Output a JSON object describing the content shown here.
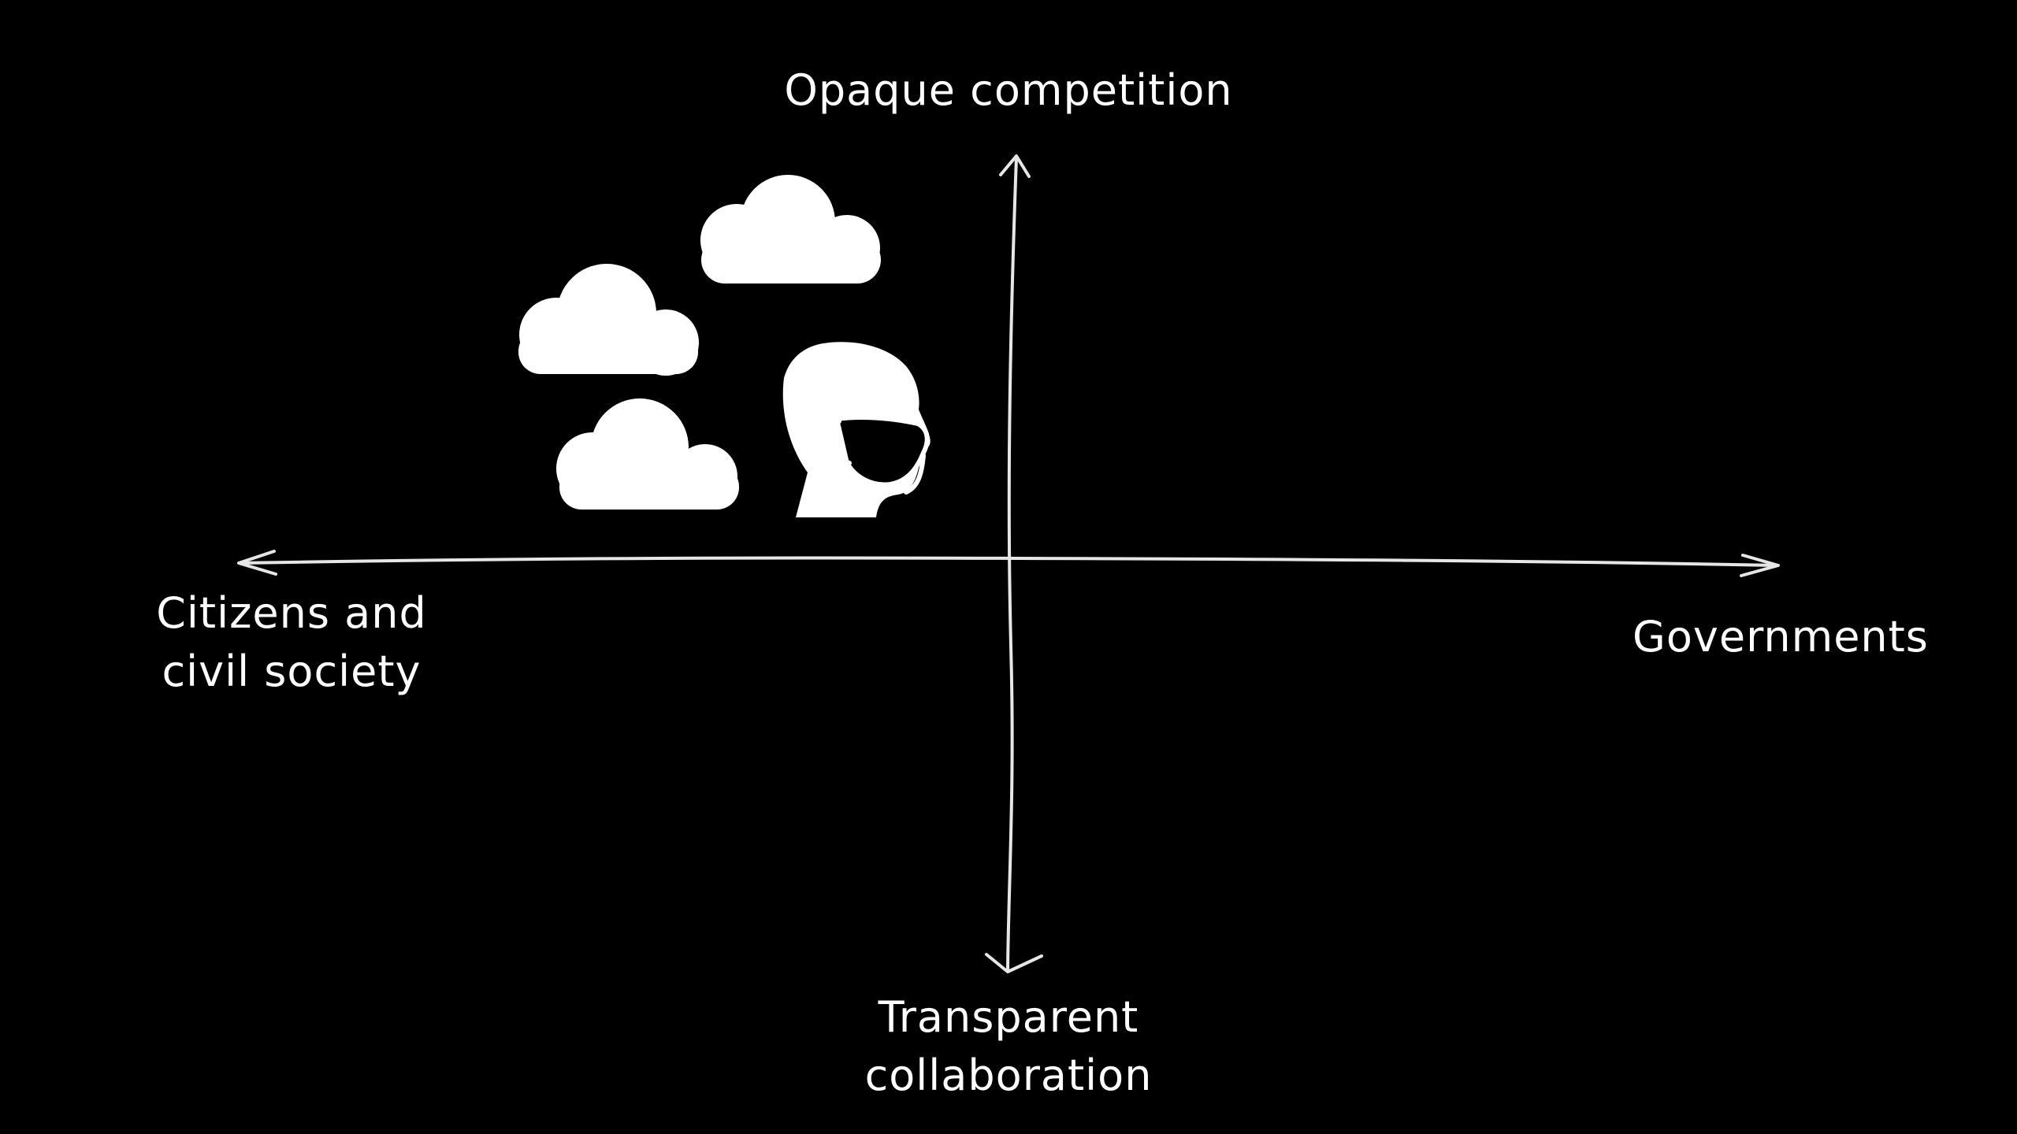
{
  "axes": {
    "top_label": "Opaque competition",
    "bottom_label_lines": [
      "Transparent",
      "collaboration"
    ],
    "left_label_lines": [
      "Citizens and",
      "civil society"
    ],
    "right_label": "Governments"
  },
  "colors": {
    "background": "#000000",
    "axis_stroke": "#e6e6e6",
    "icon_fill": "#ffffff",
    "text": "#ffffff"
  },
  "icons": [
    "cloud-icon",
    "cloud-icon",
    "cloud-icon",
    "masked-person-icon"
  ]
}
